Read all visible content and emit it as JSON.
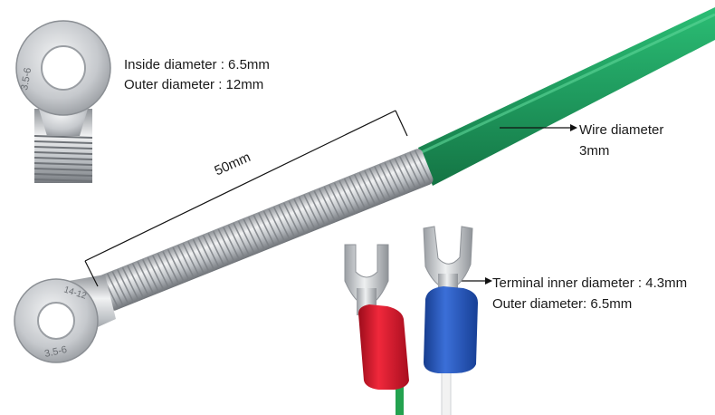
{
  "labels": {
    "inside_diameter": "Inside diameter : 6.5mm",
    "outer_diameter": "Outer diameter : 12mm",
    "spring_length": "50mm",
    "wire_diameter_line1": "Wire diameter",
    "wire_diameter_line2": "3mm",
    "terminal_inner_diameter": "Terminal inner diameter : 4.3mm",
    "terminal_outer_diameter": "Outer diameter: 6.5mm"
  },
  "ring_stamp": "3.5-6",
  "ring_stamp_alt": "14-12",
  "colors": {
    "cable_green": "#1f9a5e",
    "metal": "#c9ccd0",
    "terminal_red": "#d8122a",
    "terminal_blue": "#1e4fb4",
    "background": "#ffffff"
  }
}
